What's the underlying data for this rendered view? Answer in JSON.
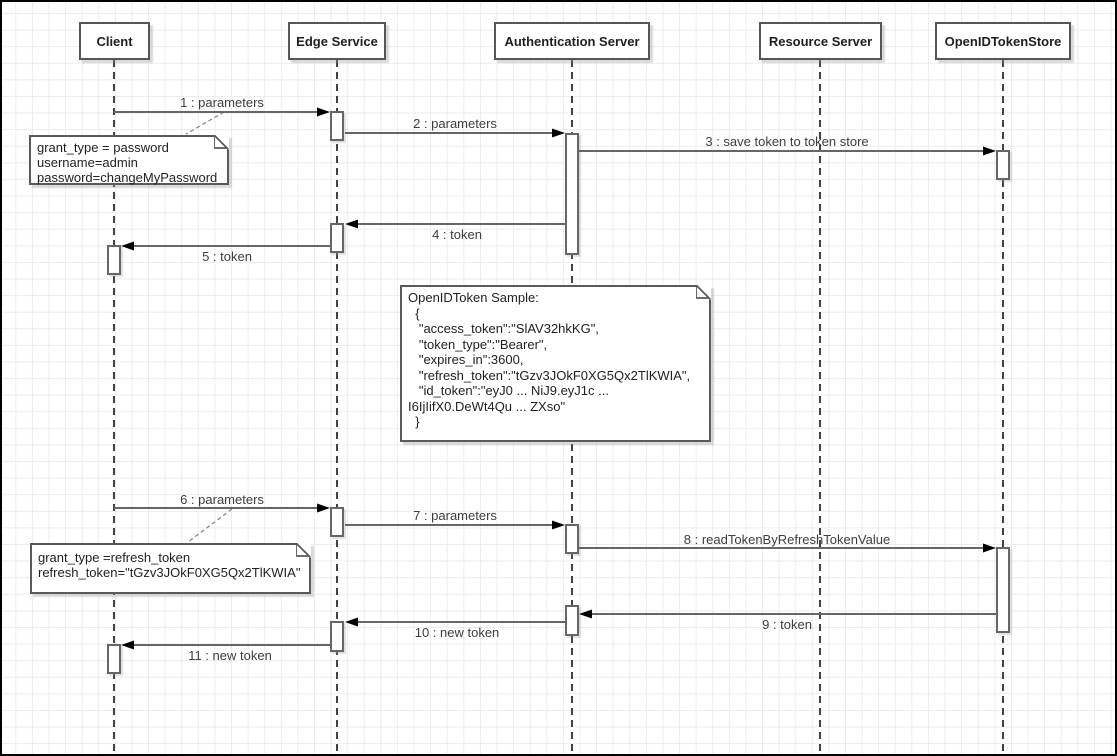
{
  "diagram": {
    "type": "uml-sequence-diagram",
    "actors": [
      {
        "name": "Client"
      },
      {
        "name": "Edge Service"
      },
      {
        "name": "Authentication Server"
      },
      {
        "name": "Resource Server"
      },
      {
        "name": "OpenIDTokenStore"
      }
    ],
    "messages": [
      {
        "label": "1 : parameters",
        "from": "Client",
        "to": "Edge Service"
      },
      {
        "label": "2 : parameters",
        "from": "Edge Service",
        "to": "Authentication Server"
      },
      {
        "label": "3 : save token to token store",
        "from": "Authentication Server",
        "to": "OpenIDTokenStore"
      },
      {
        "label": "4 : token",
        "from": "Authentication Server",
        "to": "Edge Service"
      },
      {
        "label": "5 : token",
        "from": "Edge Service",
        "to": "Client"
      },
      {
        "label": "6 : parameters",
        "from": "Client",
        "to": "Edge Service"
      },
      {
        "label": "7 : parameters",
        "from": "Edge Service",
        "to": "Authentication Server"
      },
      {
        "label": "8 : readTokenByRefreshTokenValue",
        "from": "Authentication Server",
        "to": "OpenIDTokenStore"
      },
      {
        "label": "9 : token",
        "from": "OpenIDTokenStore",
        "to": "Authentication Server"
      },
      {
        "label": "10 : new token",
        "from": "Authentication Server",
        "to": "Edge Service"
      },
      {
        "label": "11 : new token",
        "from": "Edge Service",
        "to": "Client"
      }
    ],
    "notes": [
      {
        "lines": [
          "grant_type = password",
          "username=admin",
          "password=changeMyPassword"
        ]
      },
      {
        "lines": [
          "OpenIDToken Sample:",
          "  {",
          "   \"access_token\":\"SlAV32hkKG\",",
          "   \"token_type\":\"Bearer\",",
          "   \"expires_in\":3600,",
          "   \"refresh_token\":\"tGzv3JOkF0XG5Qx2TlKWIA\",",
          "   \"id_token\":\"eyJ0 ... NiJ9.eyJ1c ...",
          "I6IjIifX0.DeWt4Qu ... ZXso\"",
          "  }"
        ]
      },
      {
        "lines": [
          "grant_type =refresh_token",
          "refresh_token=\"tGzv3JOkF0XG5Qx2TlKWIA\""
        ]
      }
    ],
    "colors": {
      "background": "#ffffff",
      "grid_line": "#ececec",
      "frame": "#000000",
      "shape_border": "#565656",
      "message_line": "#666666",
      "arrowhead": "#000000",
      "lifeline": "#222222",
      "text": "#1f1f1f"
    }
  }
}
